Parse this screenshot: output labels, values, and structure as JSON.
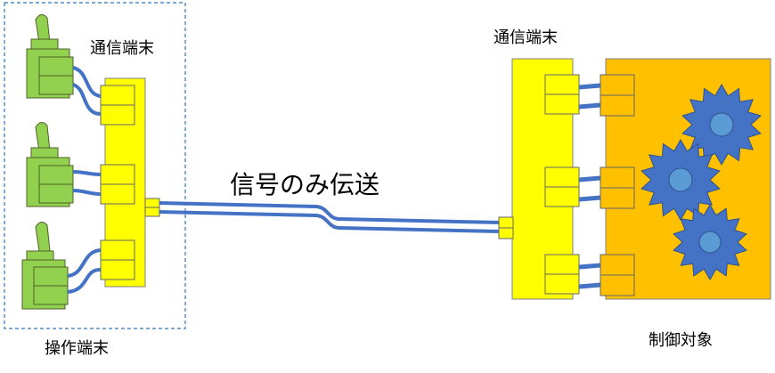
{
  "labels": {
    "comm_terminal_left": "通信端末",
    "comm_terminal_right": "通信端末",
    "signal_only": "信号のみ伝送",
    "operation_terminal": "操作端末",
    "control_target": "制御対象"
  },
  "colors": {
    "switch_green": "#92D050",
    "module_yellow": "#FFFF00",
    "target_orange": "#FFC000",
    "gear_blue": "#4472C4",
    "gear_hub": "#5B9BD5",
    "cable_blue": "#4472C4",
    "dashed_border": "#2E75B6"
  },
  "icons": [
    "toggle-switch-icon",
    "connector-icon",
    "gear-icon"
  ]
}
